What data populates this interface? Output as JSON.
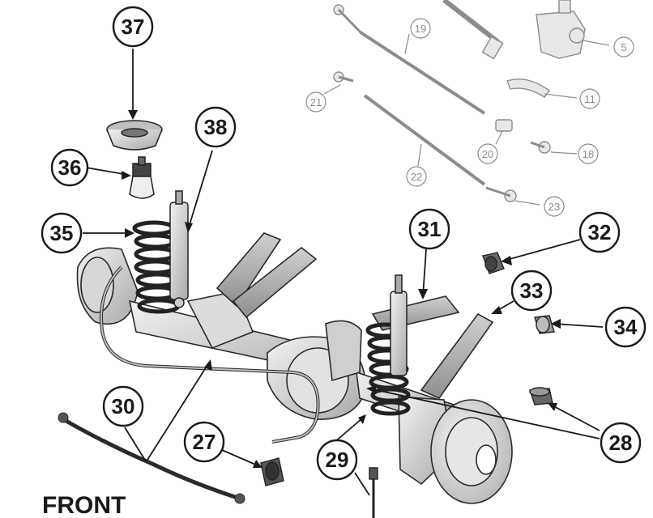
{
  "diagram": {
    "front_label": "FRONT",
    "colors": {
      "ink": "#1a1a1a",
      "faded_ink": "#8c8c8c",
      "part_fill": "#d9d9d9",
      "part_dark": "#9a9a9a",
      "part_light": "#efefef"
    },
    "callouts": [
      {
        "id": "c37",
        "label": "37",
        "style": "bold"
      },
      {
        "id": "c38",
        "label": "38",
        "style": "bold"
      },
      {
        "id": "c36",
        "label": "36",
        "style": "bold"
      },
      {
        "id": "c35",
        "label": "35",
        "style": "bold"
      },
      {
        "id": "c31",
        "label": "31",
        "style": "bold"
      },
      {
        "id": "c32",
        "label": "32",
        "style": "bold"
      },
      {
        "id": "c33",
        "label": "33",
        "style": "bold"
      },
      {
        "id": "c34",
        "label": "34",
        "style": "bold"
      },
      {
        "id": "c30",
        "label": "30",
        "style": "bold"
      },
      {
        "id": "c27",
        "label": "27",
        "style": "bold"
      },
      {
        "id": "c29",
        "label": "29",
        "style": "bold"
      },
      {
        "id": "c28",
        "label": "28",
        "style": "bold"
      },
      {
        "id": "c19",
        "label": "19",
        "style": "faded"
      },
      {
        "id": "c5",
        "label": "5",
        "style": "faded"
      },
      {
        "id": "c11",
        "label": "11",
        "style": "faded"
      },
      {
        "id": "c21",
        "label": "21",
        "style": "faded"
      },
      {
        "id": "c20",
        "label": "20",
        "style": "faded"
      },
      {
        "id": "c18",
        "label": "18",
        "style": "faded"
      },
      {
        "id": "c22",
        "label": "22",
        "style": "faded"
      },
      {
        "id": "c23",
        "label": "23",
        "style": "faded"
      }
    ]
  }
}
